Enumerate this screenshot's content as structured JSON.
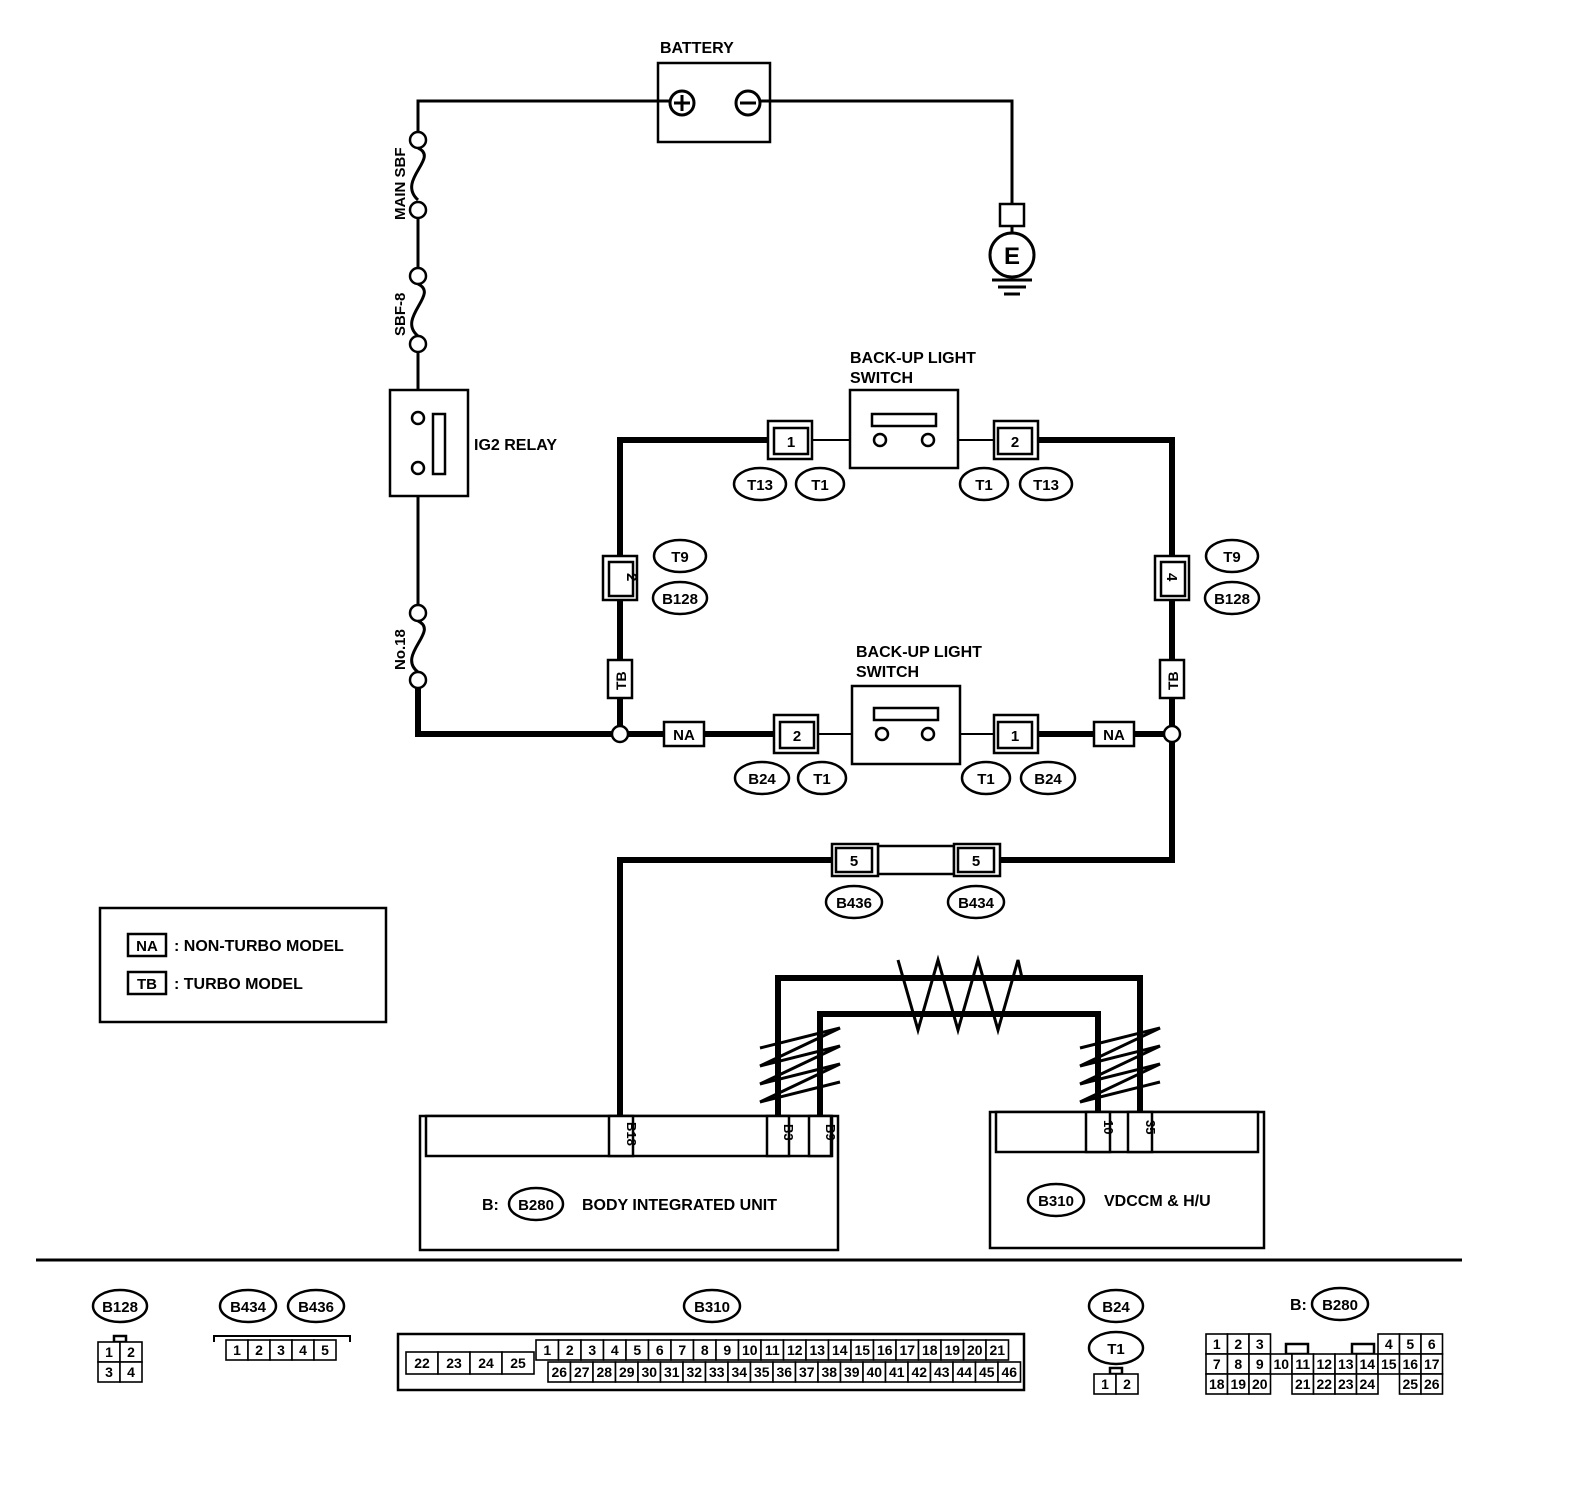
{
  "labels": {
    "battery": "BATTERY",
    "ground": "E",
    "main_sbf": "MAIN SBF",
    "sbf8": "SBF-8",
    "ig2_relay": "IG2 RELAY",
    "no18": "No.18",
    "switch_top_l1": "BACK-UP LIGHT",
    "switch_top_l2": "SWITCH",
    "switch_bot_l1": "BACK-UP LIGHT",
    "switch_bot_l2": "SWITCH",
    "tb": "TB",
    "na": "NA",
    "body_unit": "BODY INTEGRATED UNIT",
    "body_prefix": "B:",
    "vdccm": "VDCCM & H/U"
  },
  "pins": {
    "top_left": "1",
    "top_right": "2",
    "left_t9": "2",
    "right_t9": "4",
    "bot_left": "2",
    "bot_right": "1",
    "b436": "5",
    "b434": "5",
    "b18": "B18",
    "b3": "B3",
    "b9": "B9",
    "v10": "10",
    "v35": "35"
  },
  "connectors": {
    "t13": "T13",
    "t1": "T1",
    "t9": "T9",
    "b128": "B128",
    "b24": "B24",
    "b436": "B436",
    "b434": "B434",
    "b280": "B280",
    "b310": "B310"
  },
  "legend": {
    "na_code": "NA",
    "na_text": ": NON-TURBO MODEL",
    "tb_code": "TB",
    "tb_text": ": TURBO MODEL"
  },
  "pinouts": {
    "b128": {
      "label": "B128",
      "rows": [
        [
          "1",
          "2"
        ],
        [
          "3",
          "4"
        ]
      ]
    },
    "b434": "B434",
    "b436": "B436",
    "b434_pins": [
      "1",
      "2",
      "3",
      "4",
      "5"
    ],
    "b310": {
      "label": "B310",
      "left": [
        "22",
        "23",
        "24",
        "25"
      ],
      "row1": [
        "1",
        "2",
        "3",
        "4",
        "5",
        "6",
        "7",
        "8",
        "9",
        "10",
        "11",
        "12",
        "13",
        "14",
        "15",
        "16",
        "17",
        "18",
        "19",
        "20",
        "21"
      ],
      "row2": [
        "26",
        "27",
        "28",
        "29",
        "30",
        "31",
        "32",
        "33",
        "34",
        "35",
        "36",
        "37",
        "38",
        "39",
        "40",
        "41",
        "42",
        "43",
        "44",
        "45",
        "46"
      ]
    },
    "b24": "B24",
    "t1": "T1",
    "b24_pins": [
      "1",
      "2"
    ],
    "b280": {
      "prefix": "B:",
      "label": "B280",
      "row1a": [
        "1",
        "2",
        "3"
      ],
      "row1b": [
        "4",
        "5",
        "6"
      ],
      "row2": [
        "7",
        "8",
        "9",
        "10",
        "11",
        "12",
        "13",
        "14",
        "15",
        "16",
        "17"
      ],
      "row3a": [
        "18",
        "19",
        "20"
      ],
      "row3b": [
        "21",
        "22",
        "23",
        "24"
      ],
      "row3c": [
        "25",
        "26"
      ]
    }
  }
}
